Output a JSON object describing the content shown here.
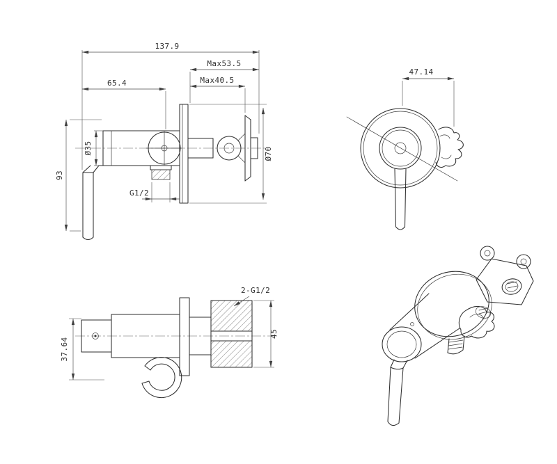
{
  "drawing": {
    "background": "#ffffff",
    "line_color": "#2e2e2e",
    "views": {
      "side": {
        "label": "side-view",
        "dims": {
          "overall_length": "137.9",
          "max_depth_full": "Max53.5",
          "max_depth_holder": "Max40.5",
          "handle_to_axis": "65.4",
          "body_diameter": "Ø35",
          "height": "93",
          "outlet_thread": "G1/2",
          "plate_diameter": "Ø70"
        }
      },
      "front": {
        "label": "front-view",
        "dims": {
          "holder_offset": "47.14"
        }
      },
      "plan": {
        "label": "plan-view",
        "dims": {
          "inlet_threads": "2-G1/2",
          "thread_length": "45",
          "projection": "37.64"
        }
      },
      "perspective": {
        "label": "perspective-view"
      }
    }
  }
}
